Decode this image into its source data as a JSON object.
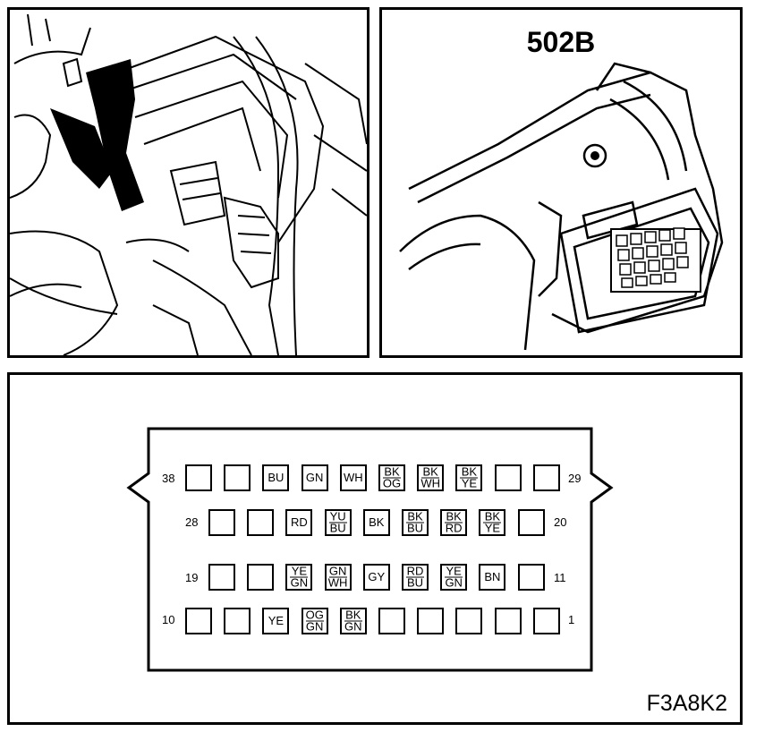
{
  "photo_panel": {
    "description_icon": "engine-bay-illustration"
  },
  "connector_panel": {
    "title": "502B",
    "icon": "connector-illustration"
  },
  "pinout": {
    "figure_code": "F3A8K2",
    "row_numbers": {
      "r1_left": "38",
      "r1_right": "29",
      "r2_left": "28",
      "r2_right": "20",
      "r3_left": "19",
      "r3_right": "11",
      "r4_left": "10",
      "r4_right": "1"
    },
    "rows": [
      [
        [
          ""
        ],
        [
          ""
        ],
        [
          "BU"
        ],
        [
          "GN"
        ],
        [
          "WH"
        ],
        [
          "BK",
          "OG"
        ],
        [
          "BK",
          "WH"
        ],
        [
          "BK",
          "YE"
        ],
        [
          ""
        ],
        [
          ""
        ]
      ],
      [
        [
          ""
        ],
        [
          ""
        ],
        [
          "RD"
        ],
        [
          "YU",
          "BU"
        ],
        [
          "BK"
        ],
        [
          "BK",
          "BU"
        ],
        [
          "BK",
          "RD"
        ],
        [
          "BK",
          "YE"
        ],
        [
          ""
        ]
      ],
      [
        [
          ""
        ],
        [
          ""
        ],
        [
          "YE",
          "GN"
        ],
        [
          "GN",
          "WH"
        ],
        [
          "GY"
        ],
        [
          "RD",
          "BU"
        ],
        [
          "YE",
          "GN"
        ],
        [
          "BN"
        ],
        [
          ""
        ]
      ],
      [
        [
          ""
        ],
        [
          ""
        ],
        [
          "YE"
        ],
        [
          "OG",
          "GN"
        ],
        [
          "BK",
          "GN"
        ],
        [
          ""
        ],
        [
          ""
        ],
        [
          ""
        ],
        [
          ""
        ],
        [
          ""
        ]
      ]
    ]
  }
}
